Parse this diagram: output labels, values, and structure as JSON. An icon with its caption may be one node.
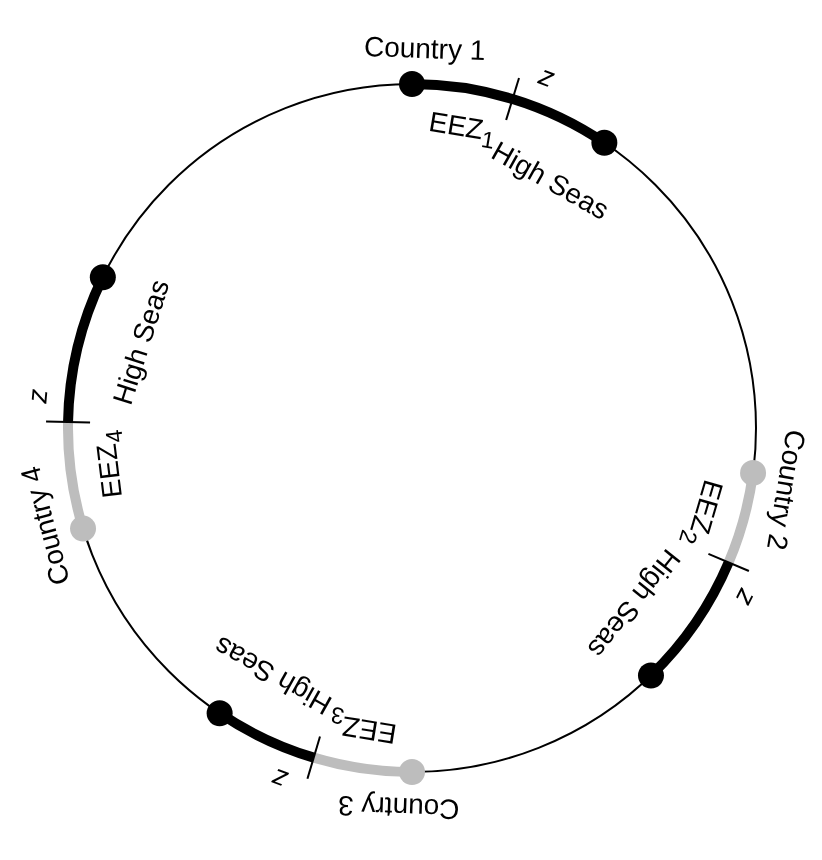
{
  "diagram": {
    "labels": [
      "Country 1",
      "z",
      "EEZ$_{1}$",
      "High Seas",
      "Country 2",
      "z",
      "EEZ$_{2}$",
      "High Seas",
      "Country 3",
      "z",
      "EEZ$_{3}$",
      "High Seas",
      "Country 4",
      "z",
      "EEZ$_{4}$",
      "High Seas"
    ]
  }
}
